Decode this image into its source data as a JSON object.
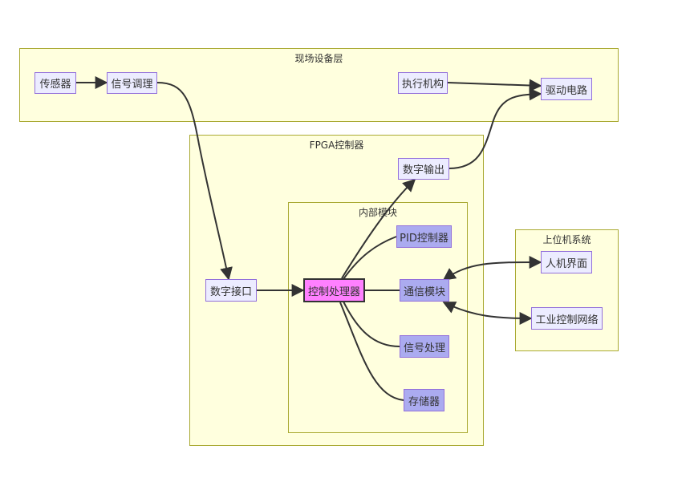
{
  "clusters": {
    "field": "现场设备层",
    "fpga": "FPGA控制器",
    "internal": "内部模块",
    "host": "上位机系统"
  },
  "nodes": {
    "sensor": "传感器",
    "conditioning": "信号调理",
    "actuator": "执行机构",
    "driver": "驱动电路",
    "digital_output": "数字输出",
    "digital_interface": "数字接口",
    "processor": "控制处理器",
    "pid": "PID控制器",
    "comm": "通信模块",
    "signal_proc": "信号处理",
    "storage": "存储器",
    "hmi": "人机界面",
    "industrial_net": "工业控制网络"
  },
  "colors": {
    "cluster_fill": "#ffffde",
    "cluster_border": "#aaaa33",
    "node_fill": "#ececff",
    "node_border": "#9370db",
    "module_fill": "#ababf0",
    "processor_fill": "#ff80ff",
    "edge": "#333333"
  }
}
